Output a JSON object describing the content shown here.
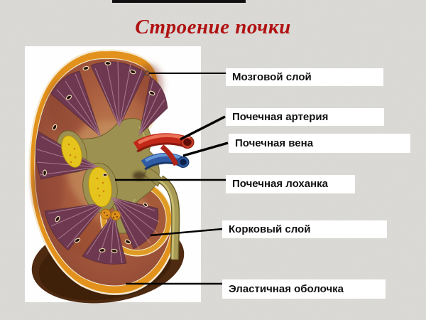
{
  "slide": {
    "title": "Строение почки"
  },
  "theme": {
    "background": "#dcdbd7",
    "title_color": "#b01212",
    "panel_bg": "#fefefe",
    "label_bg": "#ffffff",
    "label_text_color": "#111111",
    "callout_line_color": "#000000",
    "top_rule_color": "#101010"
  },
  "labels": [
    {
      "id": "medullary-layer",
      "text": "Мозговой слой"
    },
    {
      "id": "renal-artery",
      "text": "Почечная артерия"
    },
    {
      "id": "renal-vein",
      "text": "Почечная вена"
    },
    {
      "id": "renal-pelvis",
      "text": "Почечная лоханка"
    },
    {
      "id": "cortical-layer",
      "text": "Корковый слой"
    },
    {
      "id": "elastic-capsule",
      "text": "Эластичная оболочка"
    }
  ],
  "illustration": {
    "subject": "kidney-cross-section",
    "colors": {
      "capsule_orange": "#e2921c",
      "cortex_brown": "#a4583a",
      "medulla_maroon": "#6e3950",
      "pelvis_olive": "#9c9150",
      "fat_yellow": "#e5c51d",
      "artery_red": "#c22818",
      "vein_blue": "#2f5ca5",
      "ureter_olive": "#a89b55",
      "shadow_brown": "#4e2a11"
    }
  }
}
